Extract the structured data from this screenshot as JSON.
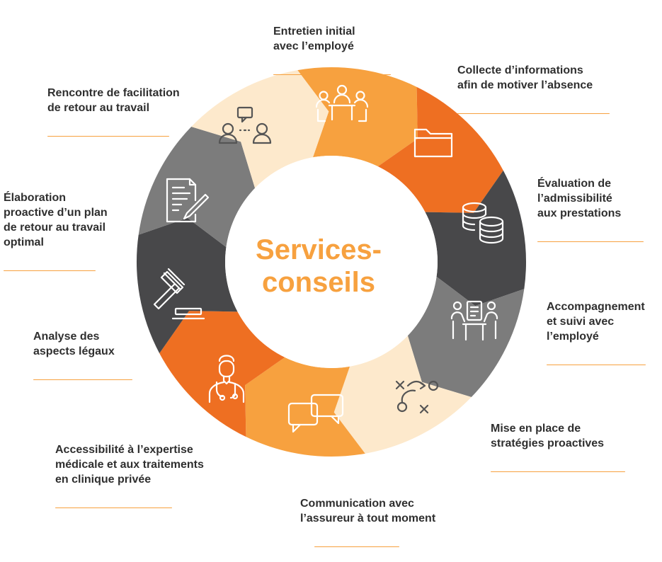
{
  "center": {
    "line1": "Services-",
    "line2": "conseils"
  },
  "colors": {
    "orange_light": "#f7a13f",
    "orange_dark": "#ee6f22",
    "charcoal": "#48484a",
    "gray": "#7c7c7c",
    "cream": "#fde9cc",
    "accent_text": "#f7a13f"
  },
  "steps": [
    {
      "id": "entretien",
      "label": "Entretien initial\navec l’employé",
      "icon": "meeting-table-icon",
      "color": "orange_light"
    },
    {
      "id": "collecte",
      "label": "Collecte d’informations\nafin de motiver l’absence",
      "icon": "folder-icon",
      "color": "orange_dark"
    },
    {
      "id": "evaluation",
      "label": "Évaluation de\nl’admissibilité\naux prestations",
      "icon": "coins-icon",
      "color": "charcoal"
    },
    {
      "id": "accompagnement",
      "label": "Accompagnement\net suivi avec\nl’employé",
      "icon": "consultation-icon",
      "color": "gray"
    },
    {
      "id": "strategies",
      "label": "Mise en place de\nstratégies proactives",
      "icon": "strategy-play-icon",
      "color": "cream"
    },
    {
      "id": "communication",
      "label": "Communication avec\nl’assureur à tout moment",
      "icon": "chat-bubbles-icon",
      "color": "orange_light"
    },
    {
      "id": "expertise",
      "label": "Accessibilité à l’expertise\nmédicale et aux traitements\nen clinique privée",
      "icon": "doctor-icon",
      "color": "orange_dark"
    },
    {
      "id": "legaux",
      "label": "Analyse des\naspects légaux",
      "icon": "gavel-icon",
      "color": "charcoal"
    },
    {
      "id": "plan",
      "label": "Élaboration\nproactive d’un plan\nde retour au travail\noptimal",
      "icon": "document-pen-icon",
      "color": "gray"
    },
    {
      "id": "rencontre",
      "label": "Rencontre de facilitation\nde retour au travail",
      "icon": "conversation-icon",
      "color": "cream"
    }
  ]
}
